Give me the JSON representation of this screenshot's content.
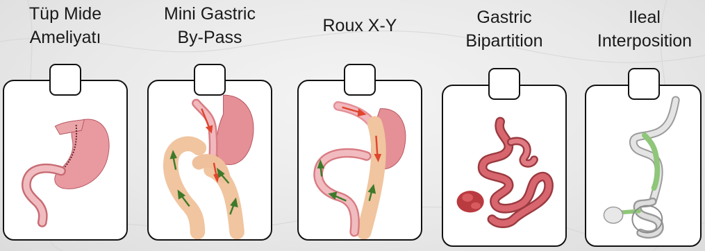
{
  "procedures": [
    {
      "id": "tup-mide",
      "title_line1": "Tüp Mide",
      "title_line2": "Ameliyatı",
      "illustration": "sleeve-gastrectomy-stomach",
      "checked": false
    },
    {
      "id": "mini-gastric",
      "title_line1": "Mini Gastric",
      "title_line2": "By-Pass",
      "illustration": "mini-gastric-bypass",
      "checked": false
    },
    {
      "id": "roux",
      "title_line1": "Roux X-Y",
      "title_line2": "",
      "illustration": "roux-en-y-bypass",
      "checked": false
    },
    {
      "id": "bipartition",
      "title_line1": "Gastric",
      "title_line2": "Bipartition",
      "illustration": "gastric-bipartition-intestine",
      "checked": false
    },
    {
      "id": "ileal",
      "title_line1": "Ileal",
      "title_line2": "Interposition",
      "illustration": "ileal-interposition-intestine",
      "checked": false
    }
  ],
  "colors": {
    "stomach": "#e79a9e",
    "stomach_dark": "#c96a72",
    "intestine": "#d2606a",
    "limb": "#f0c9a4",
    "arrow_red": "#e0452e",
    "arrow_green": "#3d7a2a",
    "grey_bowel": "#c8c8c8",
    "green_segment": "#9ccf85"
  }
}
